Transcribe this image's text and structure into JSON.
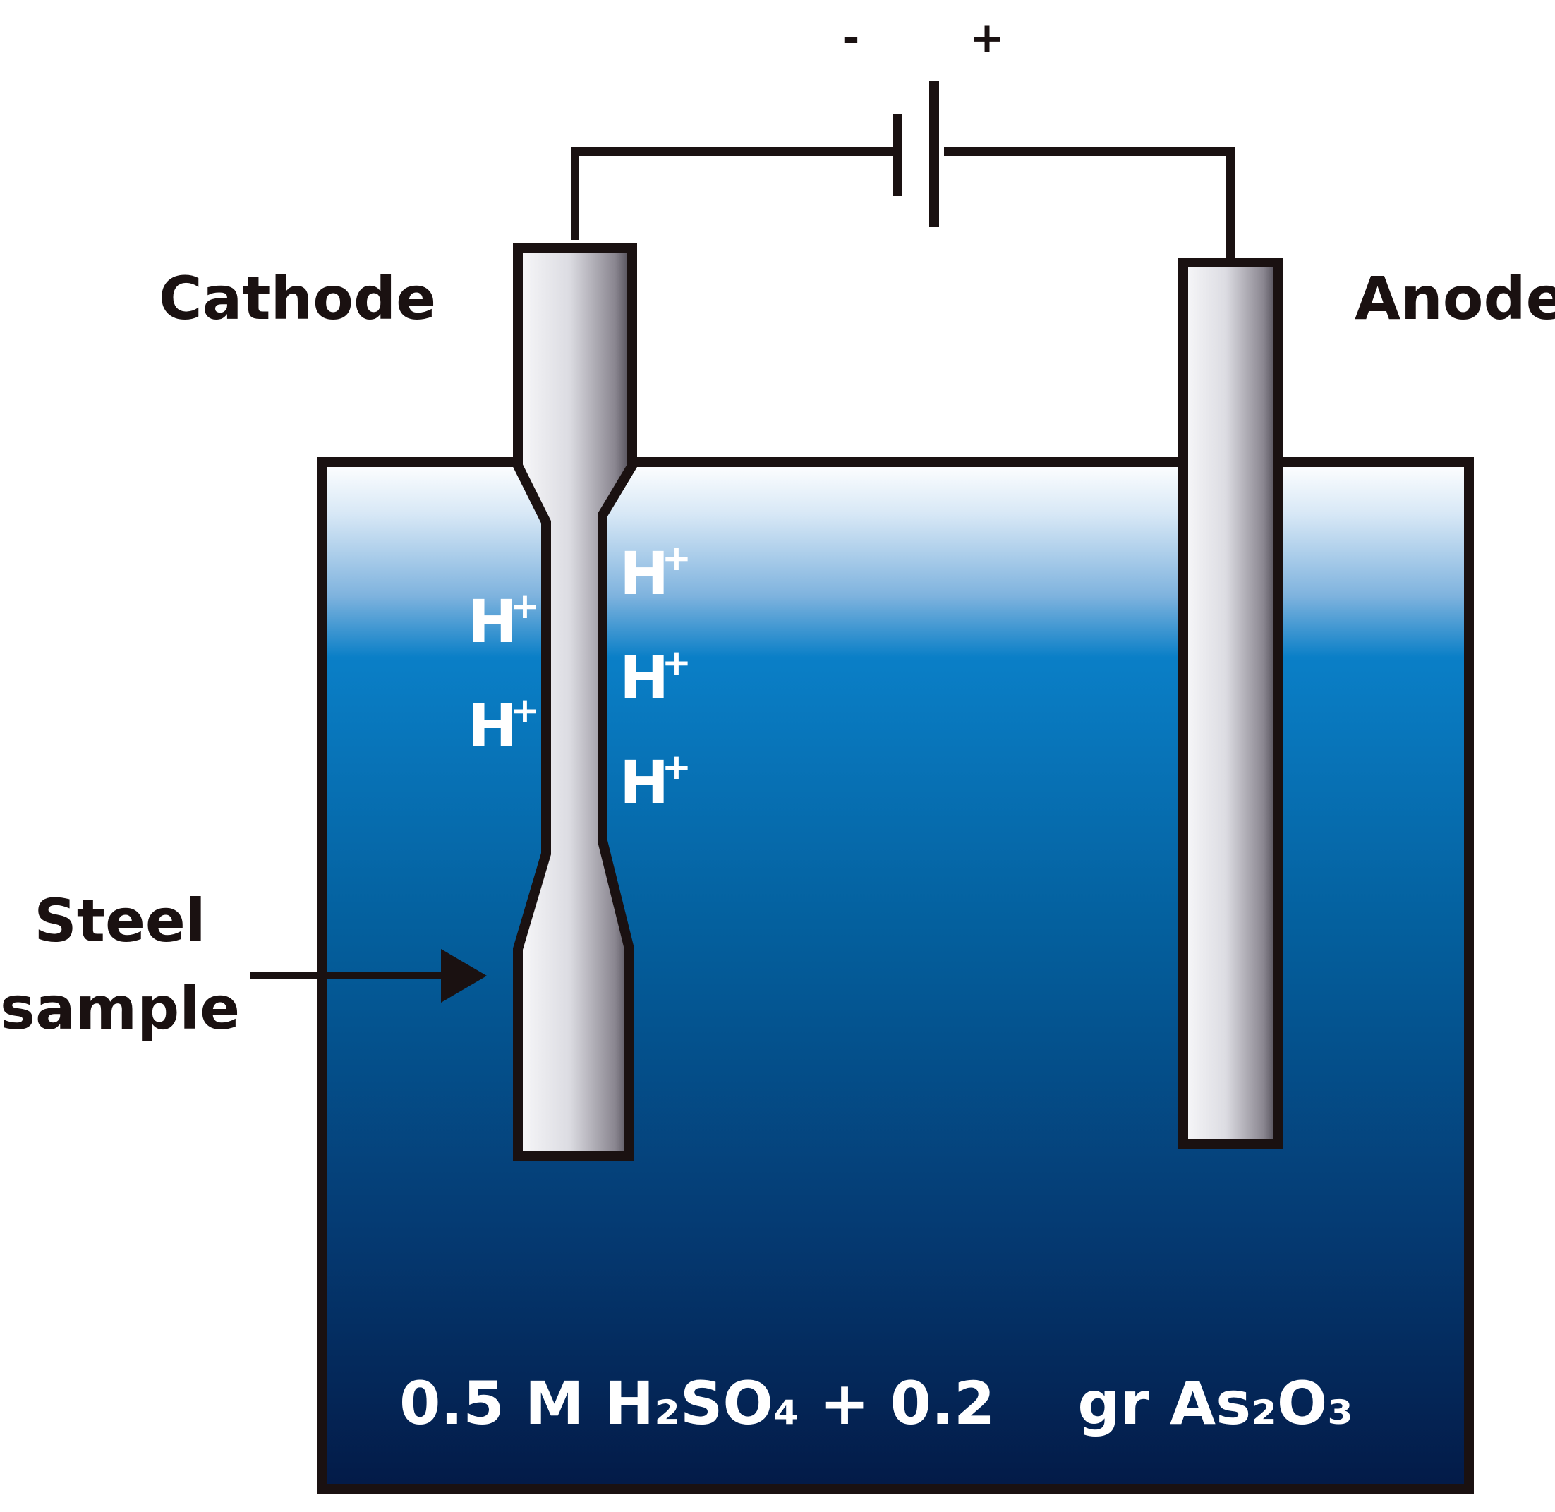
{
  "colors": {
    "outline": "#1a1111",
    "liquid_top": "#ffffff",
    "liquid_mid": "#0a7fc7",
    "liquid_bottom": "#031a47",
    "electrode_light": "#f4f4f6",
    "electrode_dark": "#5a5660",
    "ion_text": "#ffffff",
    "label_text": "#1a1111"
  },
  "battery": {
    "negative_symbol": "-",
    "positive_symbol": "+"
  },
  "labels": {
    "cathode": "Cathode",
    "anode": "Anode",
    "steel_line1": "Steel",
    "steel_line2": "sample"
  },
  "ions": {
    "symbol": "H",
    "charge": "+"
  },
  "solution": {
    "text": "0.5 M H₂SO₄ + 0.2    gr As₂O₃"
  },
  "icons": {
    "battery": "battery-cell-icon",
    "arrow": "arrow-right-icon"
  }
}
